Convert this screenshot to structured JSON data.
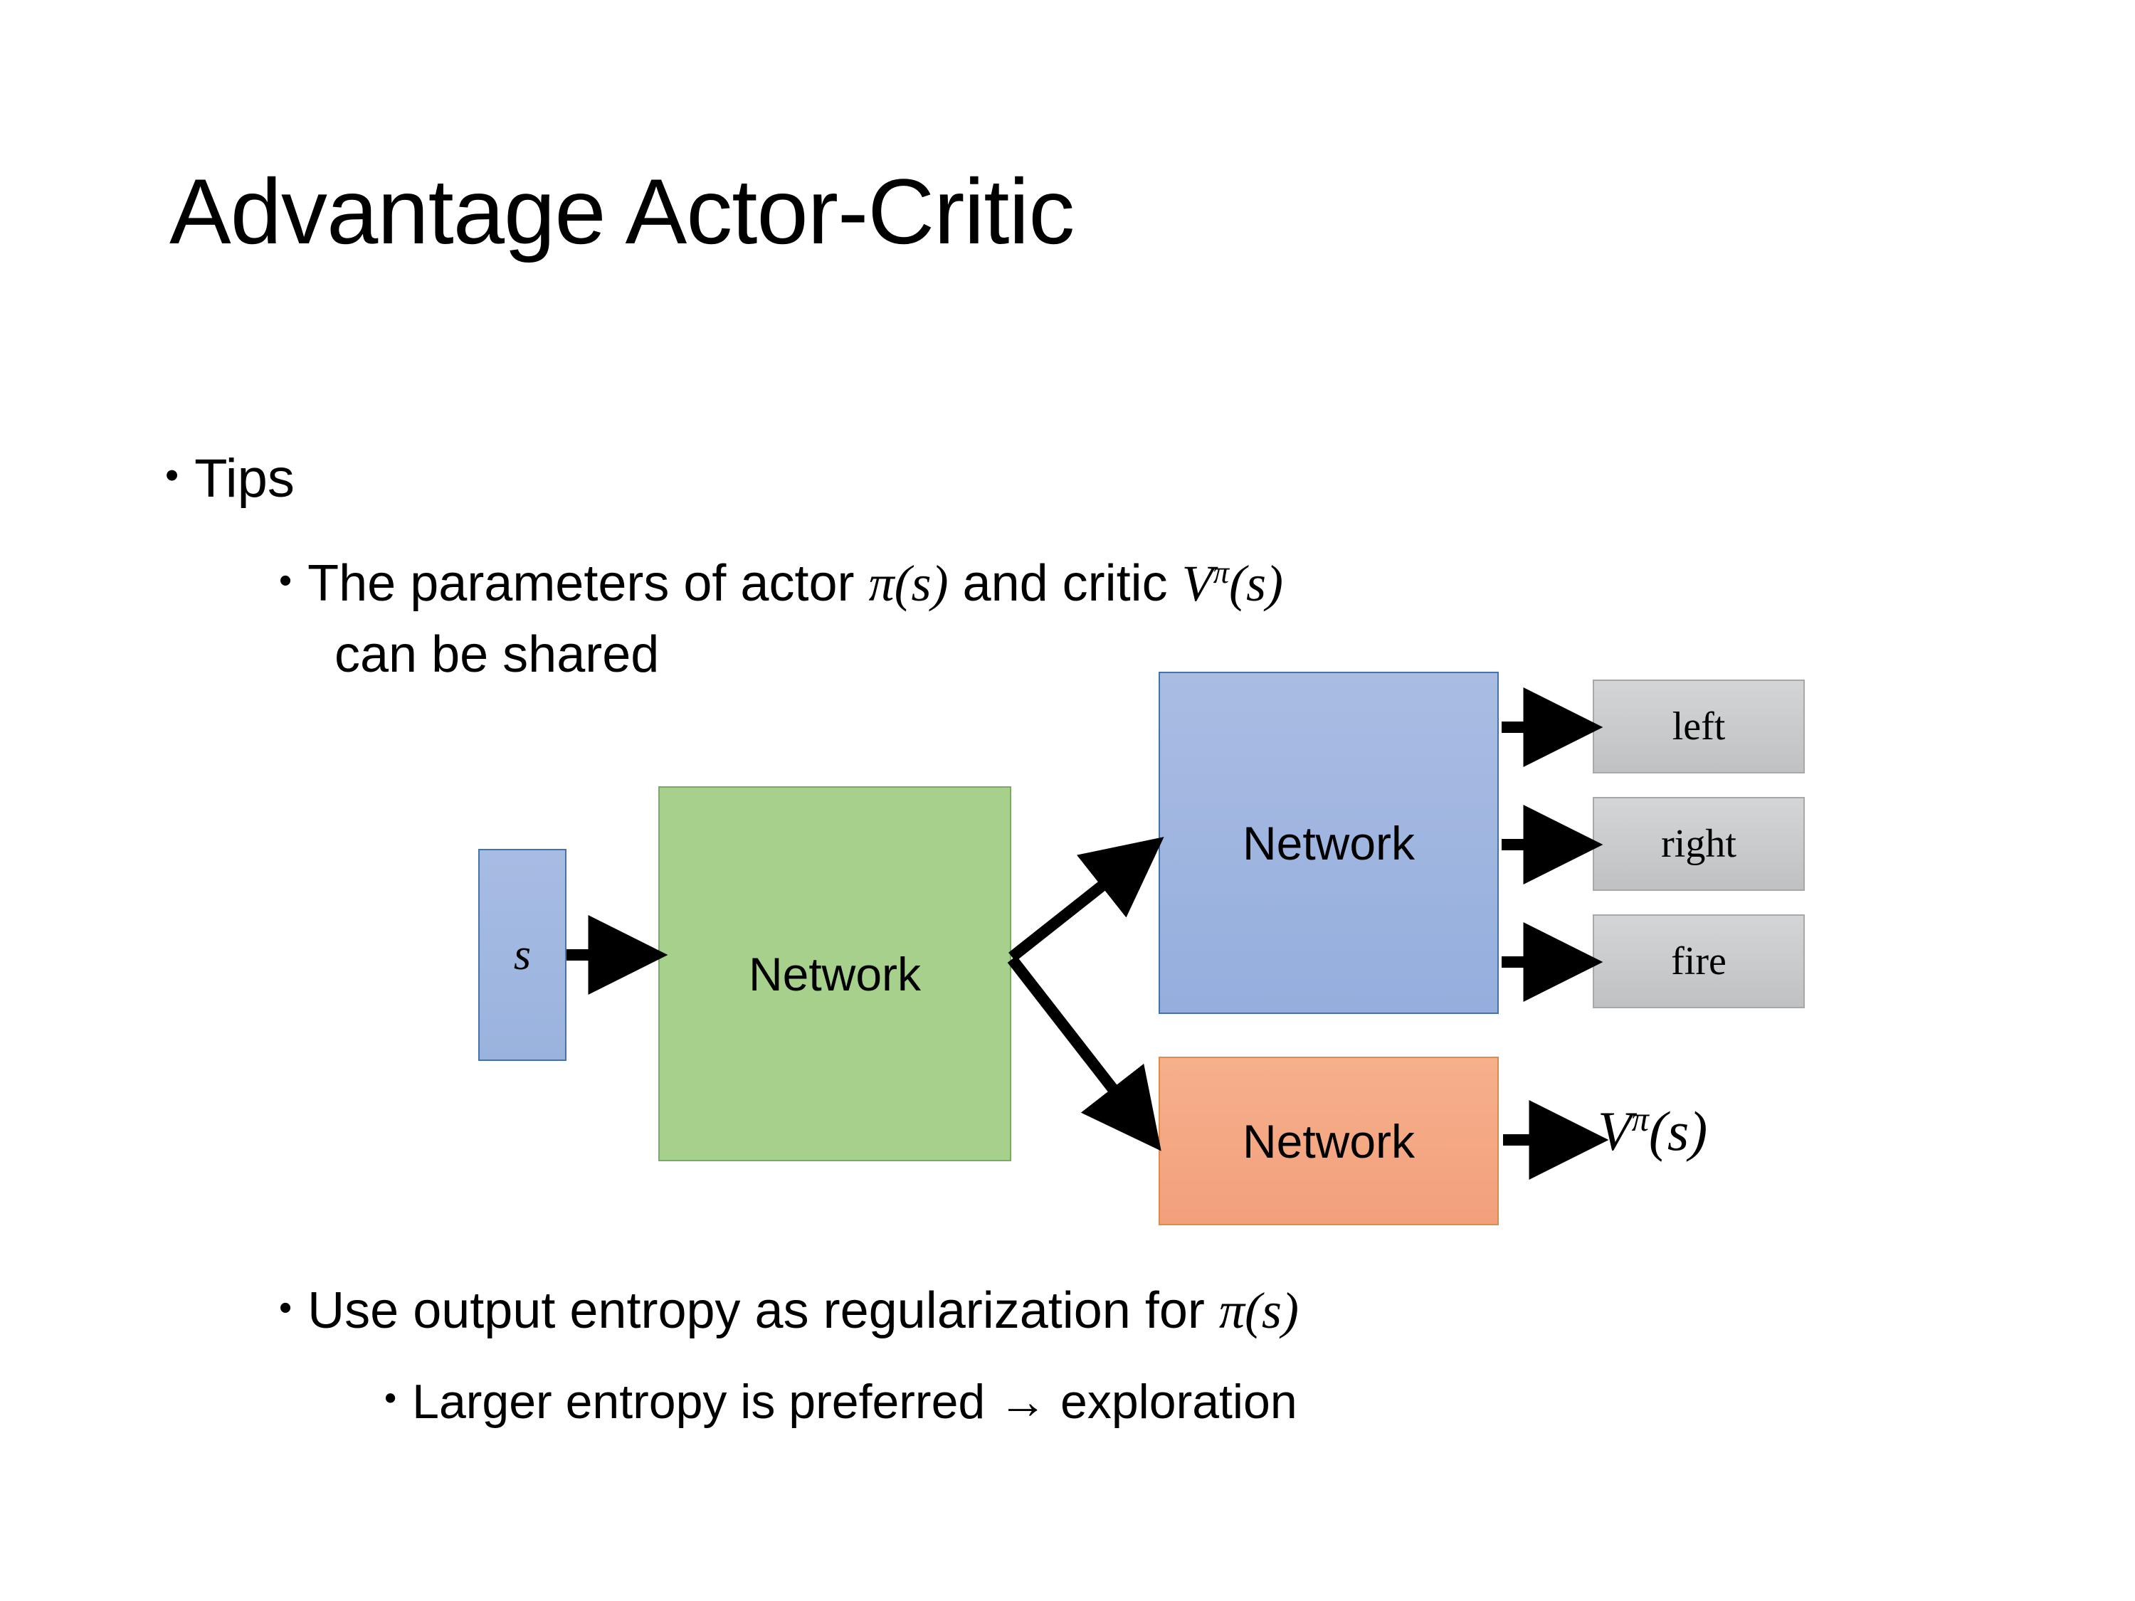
{
  "slide": {
    "title": "Advantage Actor-Critic",
    "background_color": "#ffffff"
  },
  "bullets": {
    "tips": "Tips",
    "params_prefix": "The parameters of actor ",
    "params_actor_math": "π(s)",
    "params_middle": "  and critic ",
    "params_critic_math": "V",
    "params_critic_sup": "π",
    "params_critic_arg": "(s)",
    "params_continuation": "can be shared",
    "entropy_prefix": "Use output entropy as regularization for ",
    "entropy_math": "π(s)",
    "larger": "Larger entropy is preferred → exploration",
    "marker": "•"
  },
  "diagram": {
    "input_box": {
      "label": "s",
      "fill": "#9ab3de",
      "border": "#4472aa"
    },
    "shared_network": {
      "label": "Network",
      "fill": "#a8d08d",
      "border": "#7aab63"
    },
    "actor_network": {
      "label": "Network",
      "fill": "#95aedd",
      "border": "#4472aa"
    },
    "critic_network": {
      "label": "Network",
      "fill": "#f2a07b",
      "border": "#e08a48"
    },
    "actions": [
      {
        "label": "left",
        "fill": "#c7c9cb",
        "border": "#a6a8aa"
      },
      {
        "label": "right",
        "fill": "#c7c9cb",
        "border": "#a6a8aa"
      },
      {
        "label": "fire",
        "fill": "#c7c9cb",
        "border": "#a6a8aa"
      }
    ],
    "value_output": {
      "base": "V",
      "sup": "π",
      "arg": "(s)"
    },
    "arrow_color": "#000000"
  }
}
